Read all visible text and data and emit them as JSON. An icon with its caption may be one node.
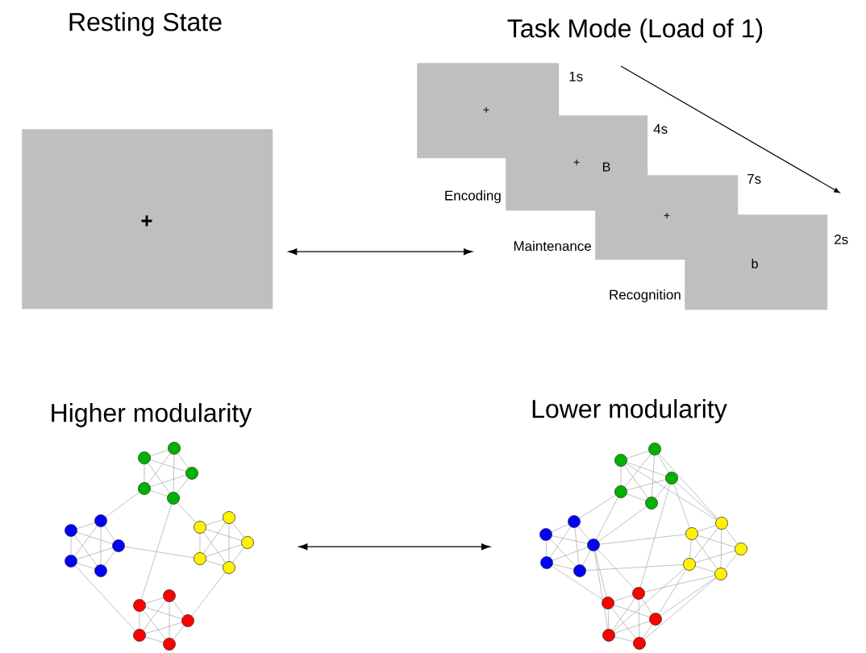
{
  "diagram": {
    "nodes": [
      {
        "text": [
          "+"
        ],
        "beside": [
          "Resting State"
        ]
      },
      {
        "text": [
          "+"
        ],
        "beside": [
          "1s"
        ]
      },
      {
        "text": [
          "+",
          "B"
        ],
        "beside": [
          "4s",
          "Encoding"
        ]
      },
      {
        "text": [
          "+"
        ],
        "beside": [
          "7s",
          "Maintenance"
        ]
      },
      {
        "text": [
          "b"
        ],
        "beside": [
          "2s",
          "Recognition"
        ]
      },
      {
        "text": [],
        "shape": "picture",
        "beside": [
          "Higher modularity"
        ]
      },
      {
        "text": [],
        "shape": "picture",
        "beside": [
          "Lower modularity"
        ]
      }
    ],
    "edges": [
      {
        "from": 0,
        "to": 3,
        "arrow": "both"
      },
      {
        "from": 5,
        "to": 6,
        "arrow": "both"
      }
    ],
    "labels": [
      "Task Mode (Load of 1)"
    ]
  }
}
